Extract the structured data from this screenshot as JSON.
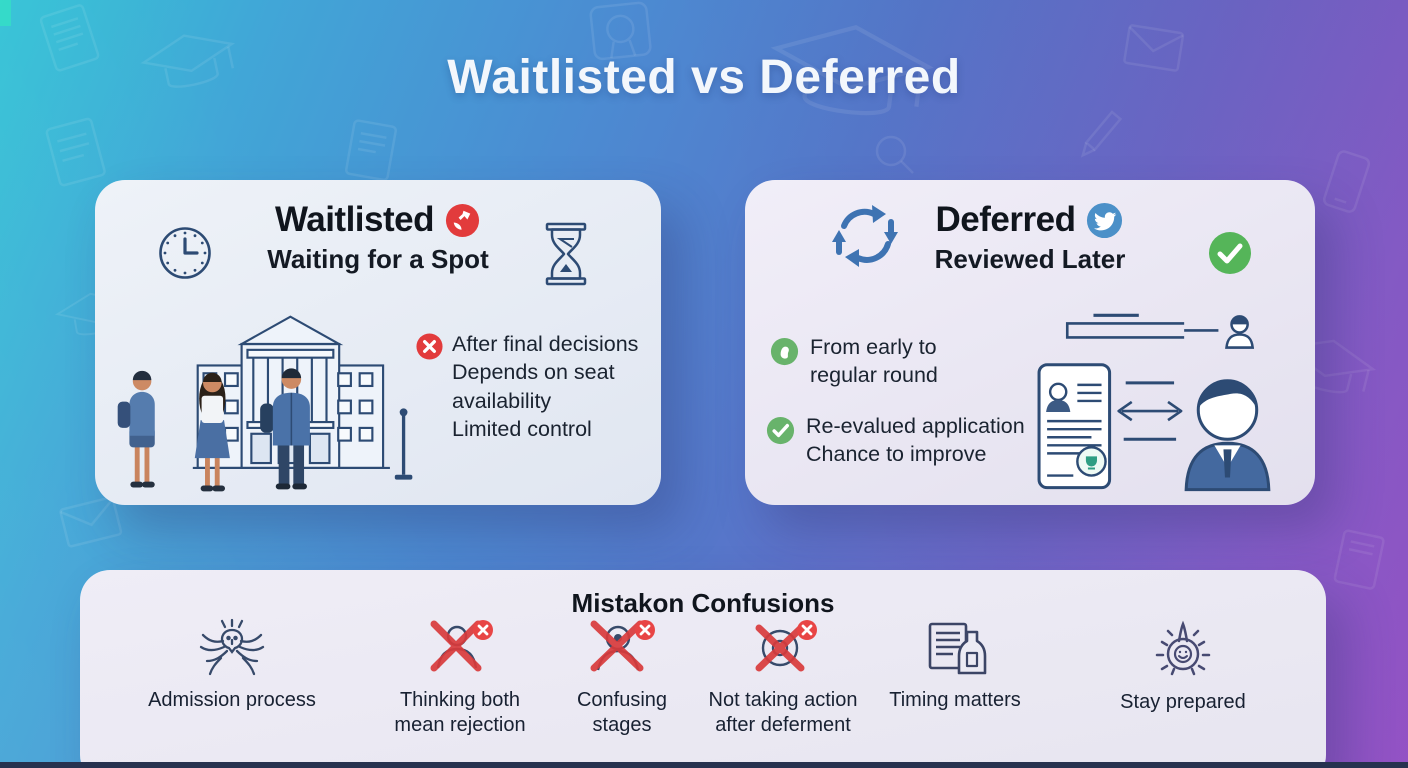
{
  "page": {
    "title": "Waitlisted vs Deferred"
  },
  "waitlisted_card": {
    "title": "Waitlisted",
    "subtitle": "Waiting for a Spot",
    "badge_icon": "rejected-badge-icon",
    "side_icons": [
      "clock-icon",
      "hourglass-icon"
    ],
    "illustration": "students-queue-outside-college",
    "bullet_icon": "cross-circle-icon",
    "bullet_lines": [
      "After final decisions",
      "Depends on seat availability",
      "Limited control"
    ]
  },
  "deferred_card": {
    "title": "Deferred",
    "subtitle": "Reviewed Later",
    "badge_icon": "twitter-bird-badge-icon",
    "side_icons": [
      "refresh-cycle-icon",
      "green-check-circle-icon"
    ],
    "illustration": "application-reviewed-by-officer",
    "bullets": [
      {
        "icon": "green-dot-circle-icon",
        "line1": "From early to",
        "line2": "regular round"
      },
      {
        "icon": "green-check-bullet-icon",
        "line1": "Re-evalued application",
        "line2": "Chance to improve"
      }
    ]
  },
  "confusions_card": {
    "title": "Mistakon Confusions",
    "items": [
      {
        "icon": "spider-process-icon",
        "label": "Admission process"
      },
      {
        "icon": "person-crossed-icon",
        "label": "Thinking both mean rejection"
      },
      {
        "icon": "person-confused-crossed-icon",
        "label": "Confusing stages"
      },
      {
        "icon": "target-crossed-icon",
        "label": "Not taking action after deferment"
      },
      {
        "icon": "document-stamp-icon",
        "label": "Timing matters"
      },
      {
        "icon": "sun-smiley-icon",
        "label": "Stay prepared"
      }
    ]
  },
  "colors": {
    "gradient_start": "#35c4d6",
    "gradient_mid": "#5677ca",
    "gradient_end": "#9a55cb",
    "card_bg_blue": "#e7ebf4",
    "card_bg_lavender": "#ece9f4",
    "outline_navy": "#2d4b74",
    "accent_red": "#e23b3c",
    "accent_green": "#57b559",
    "twitter_blue": "#4b90c8",
    "text_dark": "#10151d"
  }
}
